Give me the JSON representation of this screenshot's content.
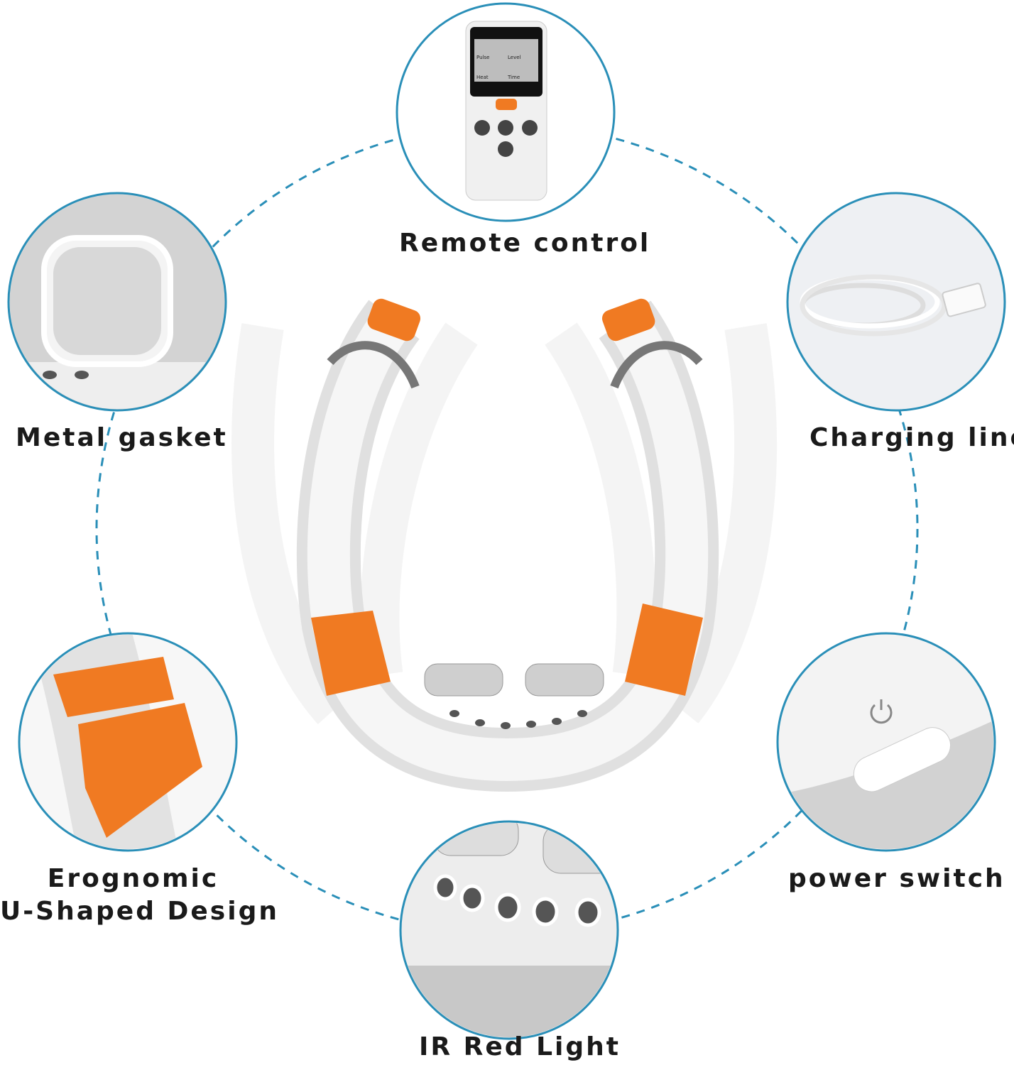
{
  "features": [
    {
      "id": "remote",
      "label": "Remote control"
    },
    {
      "id": "gasket",
      "label": "Metal gasket"
    },
    {
      "id": "charging",
      "label": "Charging line"
    },
    {
      "id": "ushape",
      "label_line1": "Erognomic",
      "label_line2": "U-Shaped Design"
    },
    {
      "id": "power",
      "label": "power switch"
    },
    {
      "id": "ir",
      "label": "IR Red Light"
    }
  ],
  "remote_display": {
    "pulse": "Pulse",
    "level": "Level",
    "heat": "Heat",
    "time": "Time"
  },
  "colors": {
    "accent": "#f07a22",
    "dash": "#2a8fb8",
    "device": "#e9e9e9"
  }
}
